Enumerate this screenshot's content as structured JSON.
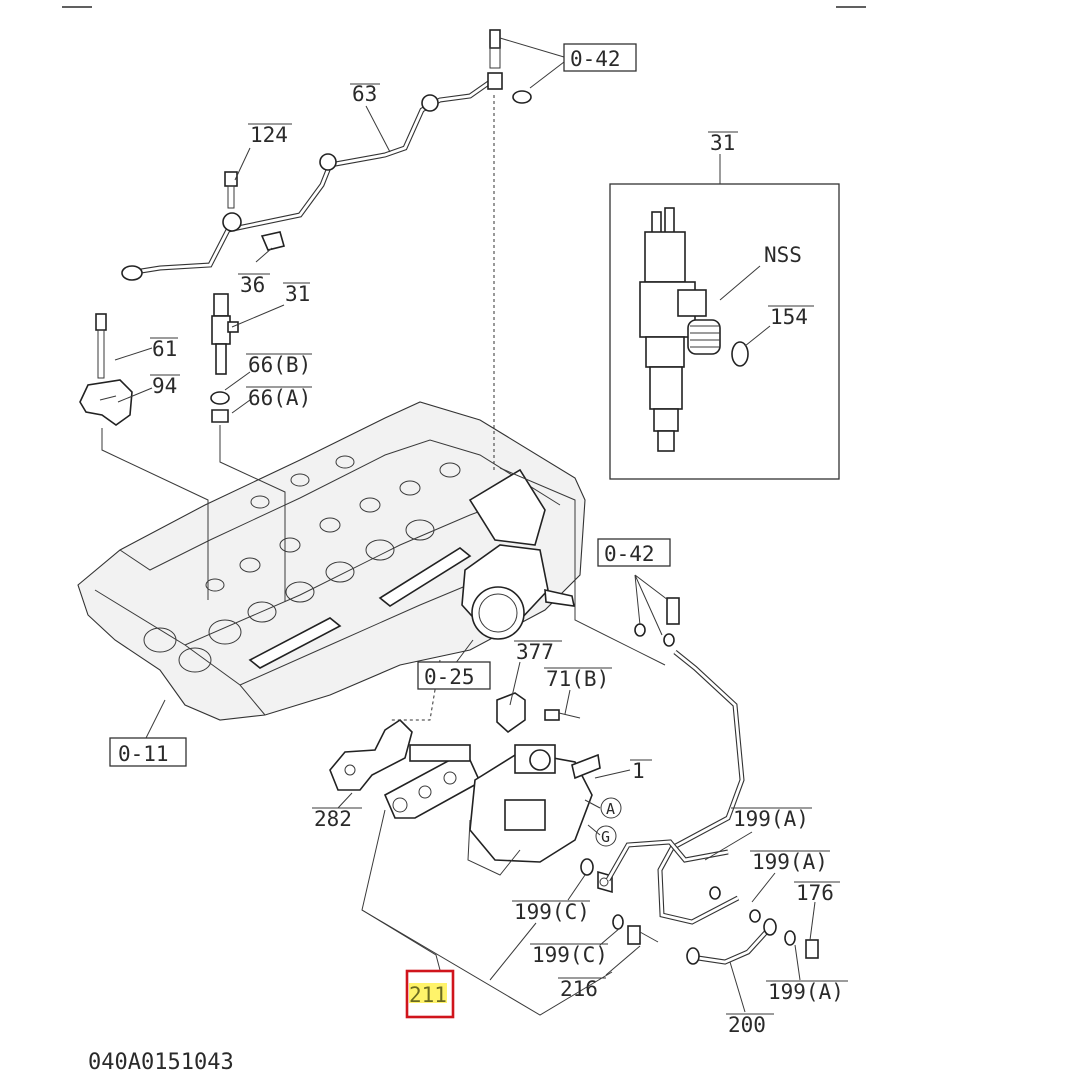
{
  "diagram": {
    "code": "040A0151043",
    "highlight_color": "#d0141c",
    "highlight_fill": "#fff36a",
    "callouts": {
      "c_0_42_top": "0-42",
      "c_63": "63",
      "c_124": "124",
      "c_36": "36",
      "c_31_left": "31",
      "c_61": "61",
      "c_94": "94",
      "c_66b": "66(B)",
      "c_66a": "66(A)",
      "c_31_inset": "31",
      "c_nss": "NSS",
      "c_154": "154",
      "c_0_42_right": "0-42",
      "c_0_25": "0-25",
      "c_377": "377",
      "c_71b": "71(B)",
      "c_0_11": "0-11",
      "c_1": "1",
      "c_a": "A",
      "c_g": "G",
      "c_282": "282",
      "c_199a_1": "199(A)",
      "c_199a_2": "199(A)",
      "c_176": "176",
      "c_199c_1": "199(C)",
      "c_199c_2": "199(C)",
      "c_216": "216",
      "c_211": "211",
      "c_199a_3": "199(A)",
      "c_200": "200"
    }
  }
}
